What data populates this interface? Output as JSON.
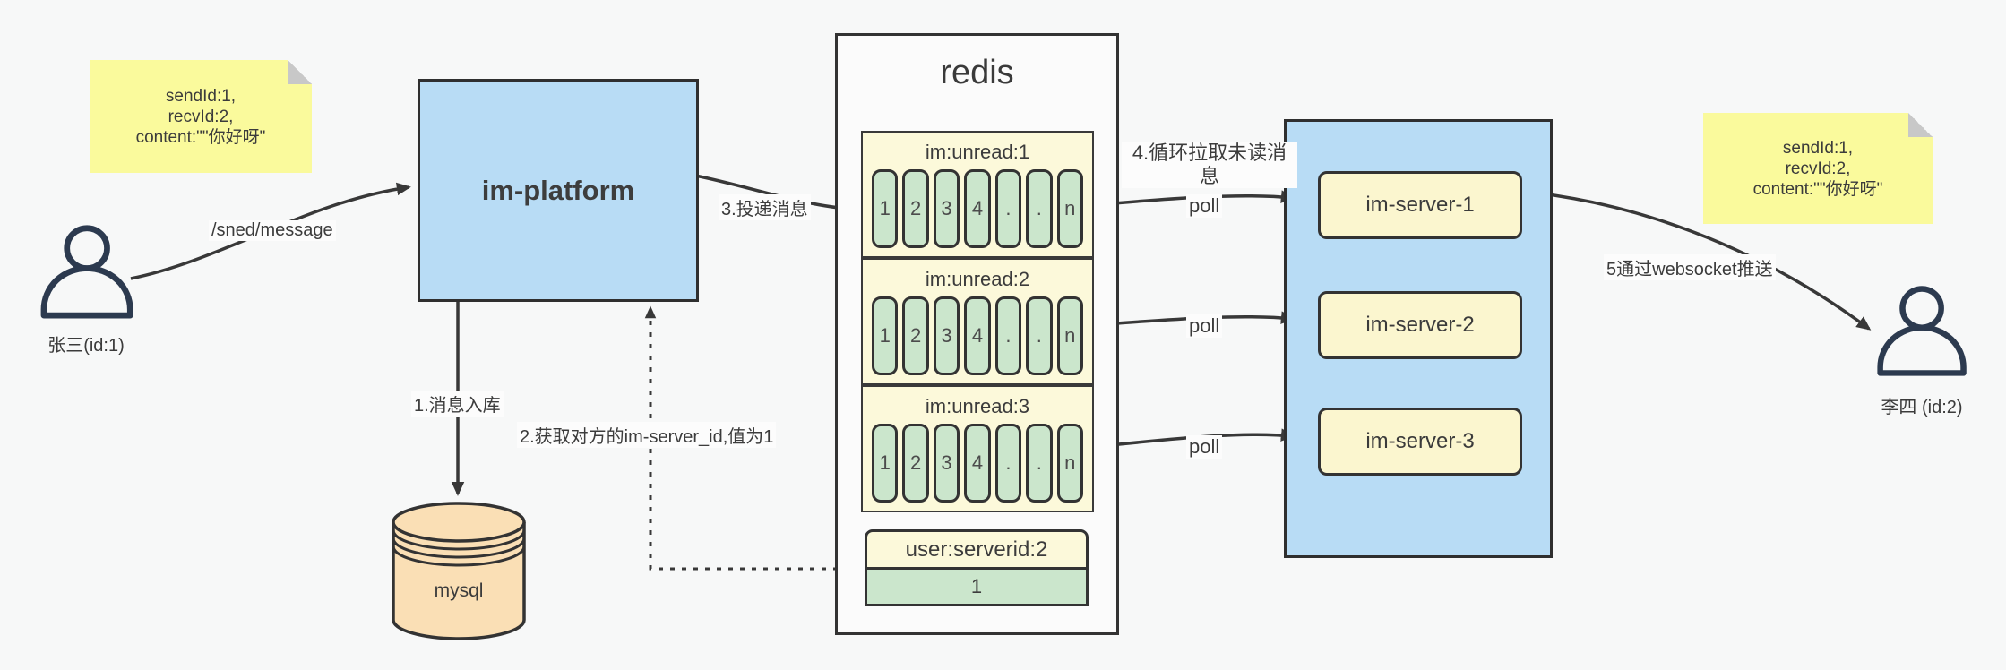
{
  "actors": {
    "sender": {
      "name": "张三(id:1)"
    },
    "receiver": {
      "name": "李四 (id:2)"
    }
  },
  "notes": {
    "left": {
      "lines": [
        "sendId:1,",
        "recvId:2,",
        "content:\"\"你好呀\""
      ]
    },
    "right": {
      "lines": [
        "sendId:1,",
        "recvId:2,",
        "content:\"\"你好呀\""
      ]
    }
  },
  "platform": {
    "label": "im-platform"
  },
  "database": {
    "label": "mysql"
  },
  "redis": {
    "title": "redis",
    "queues": [
      {
        "name": "im:unread:1",
        "cells": [
          "1",
          "2",
          "3",
          "4",
          ".",
          ".",
          "n"
        ]
      },
      {
        "name": "im:unread:2",
        "cells": [
          "1",
          "2",
          "3",
          "4",
          ".",
          ".",
          "n"
        ]
      },
      {
        "name": "im:unread:3",
        "cells": [
          "1",
          "2",
          "3",
          "4",
          ".",
          ".",
          "n"
        ]
      }
    ],
    "kv": {
      "key": "user:serverid:2",
      "value": "1"
    }
  },
  "servers": {
    "items": [
      {
        "label": "im-server-1"
      },
      {
        "label": "im-server-2"
      },
      {
        "label": "im-server-3"
      }
    ]
  },
  "edges": {
    "send_label": "/sned/message",
    "step1_label": "1.消息入库",
    "step2_label": "2.获取对方的im-server_id,值为1",
    "step3_label": "3.投递消息",
    "step4_label": "4.循环拉取未读消息",
    "poll_label": "poll",
    "step5_label": "5通过websocket推送"
  },
  "colors": {
    "canvas": "#f7f8f8",
    "note_yellow": "#fafa9c",
    "note_fold_gray": "#c8c8c8",
    "box_blue": "#b8dcf5",
    "queue_cream": "#fcf9da",
    "server_cream": "#fbf6cf",
    "cell_green": "#cbe6cc",
    "db_tan": "#fadfb5",
    "border_dark": "#303030",
    "arrow_dark": "#383838",
    "person_navy": "#2c3a4f"
  }
}
